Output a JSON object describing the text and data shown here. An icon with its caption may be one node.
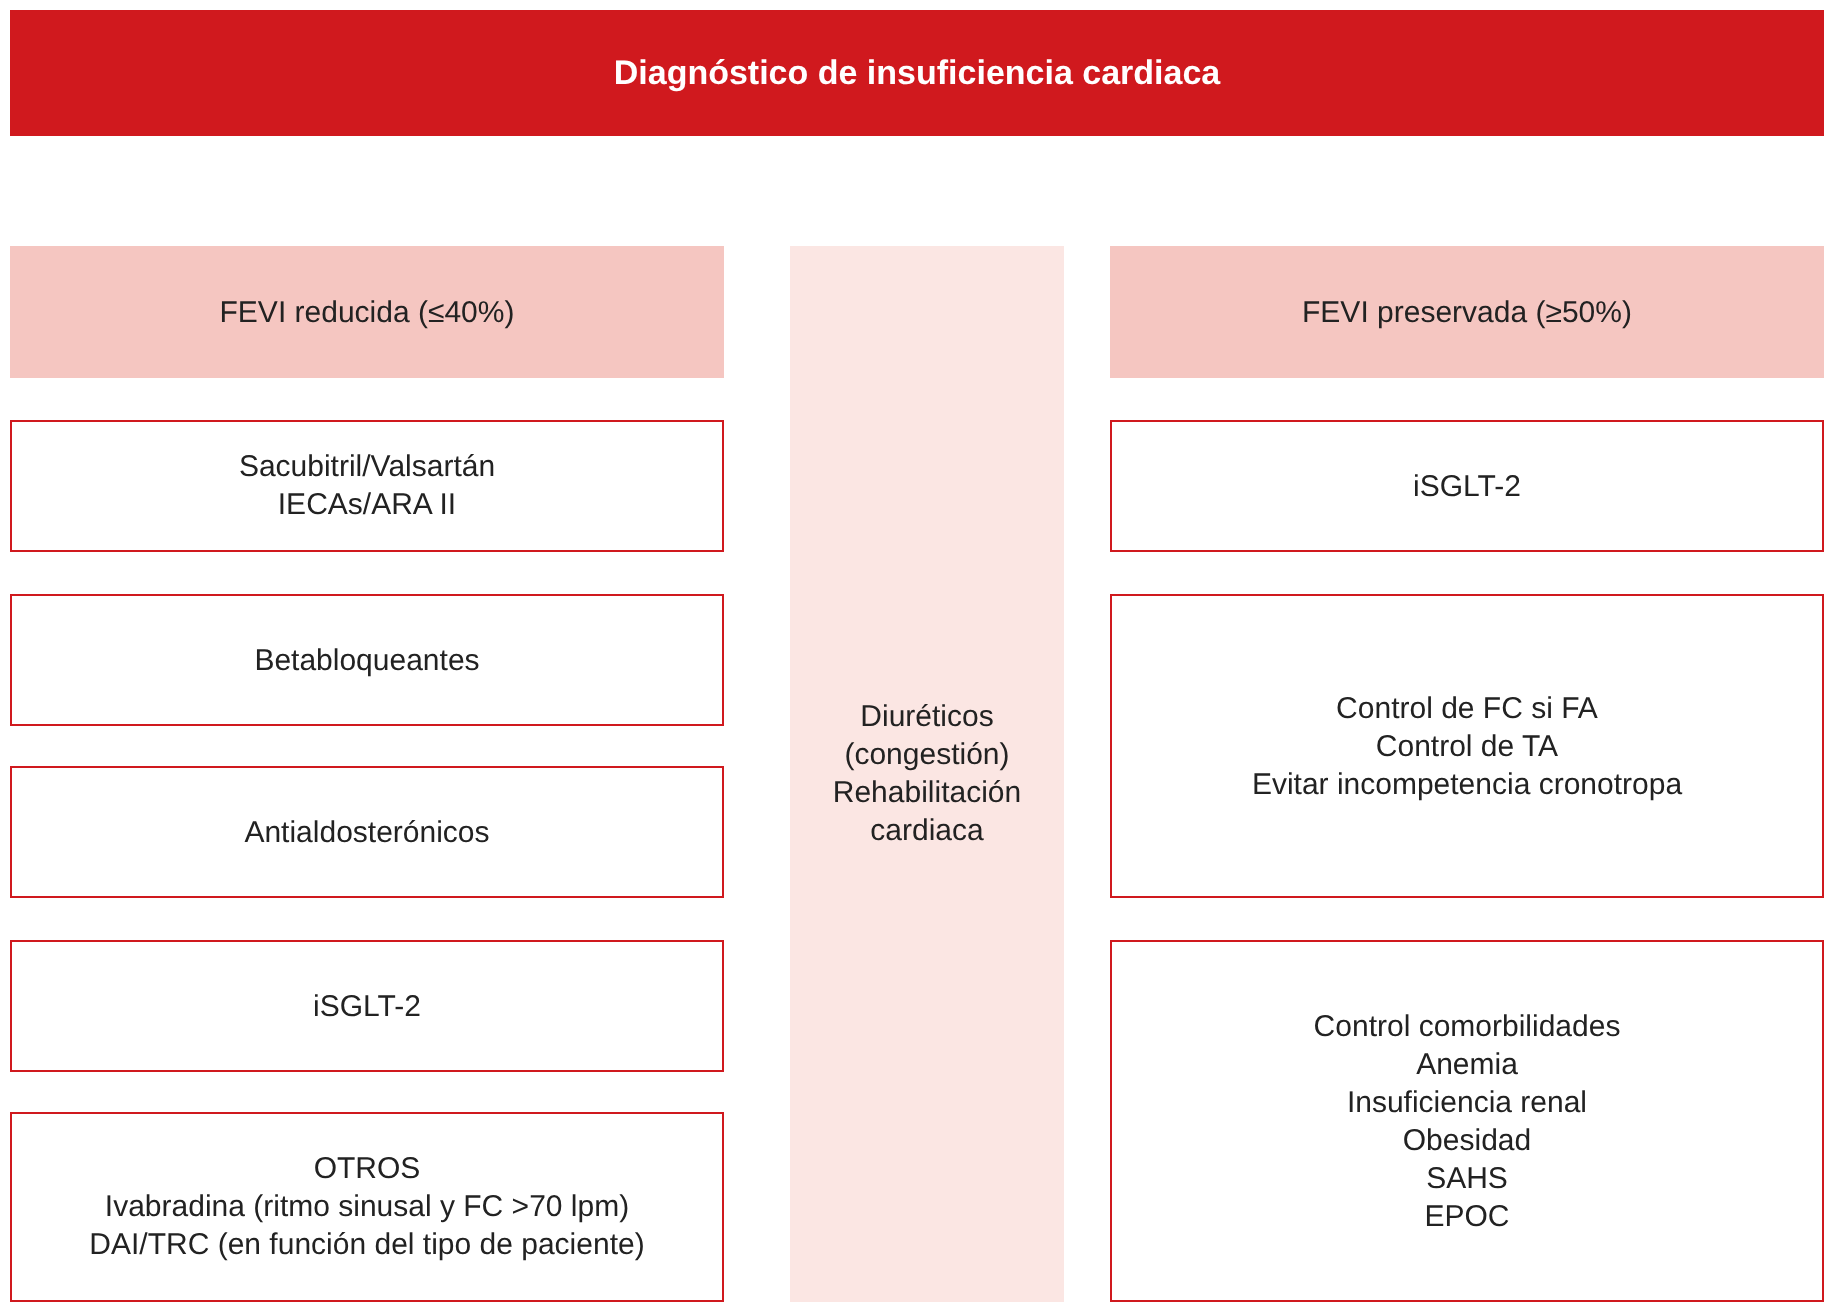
{
  "diagram": {
    "nodes": [
      {
        "text": [
          "Diagnóstico de insuficiencia cardiaca"
        ]
      },
      {
        "text": [
          "FEVI reducida (≤40%)"
        ]
      },
      {
        "text": [
          "Sacubitril/Valsartán",
          "IECAs/ARA II"
        ]
      },
      {
        "text": [
          "Betabloqueantes"
        ]
      },
      {
        "text": [
          "Antialdosterónicos"
        ]
      },
      {
        "text": [
          "iSGLT-2"
        ]
      },
      {
        "text": [
          "OTROS",
          "Ivabradina (ritmo sinusal y FC >70 lpm)",
          "DAI/TRC (en función del tipo de paciente)"
        ]
      },
      {
        "text": [
          "Diuréticos (congestión)",
          "Rehabilitación cardiaca"
        ]
      },
      {
        "text": [
          "FEVI preservada (≥50%)"
        ]
      },
      {
        "text": [
          "iSGLT-2"
        ]
      },
      {
        "text": [
          "Control de FC si FA",
          "Control de TA",
          "Evitar incompetencia cronotropa"
        ]
      },
      {
        "text": [
          "Control comorbilidades",
          "Anemia",
          "Insuficiencia renal",
          "Obesidad",
          "SAHS",
          "EPOC"
        ]
      }
    ]
  }
}
